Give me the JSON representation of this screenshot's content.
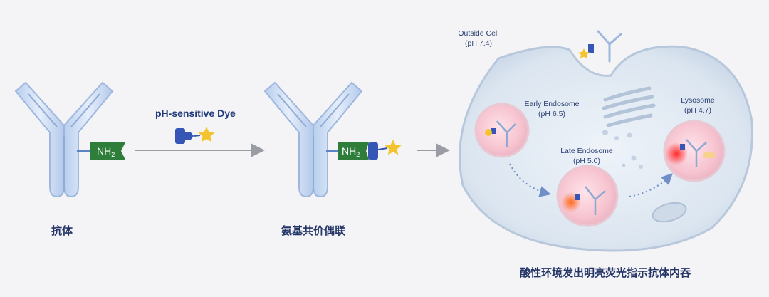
{
  "step1": {
    "caption": "抗体",
    "amine_label": "NH",
    "amine_sub": "2"
  },
  "step2": {
    "reagent_label": "pH-sensitive Dye"
  },
  "step3": {
    "caption": "氨基共价偶联",
    "amine_label": "NH",
    "amine_sub": "2"
  },
  "cell": {
    "outside_label_line1": "Outside Cell",
    "outside_label_line2": "(pH 7.4)",
    "early_line1": "Early Endosome",
    "early_line2": "(pH 6.5)",
    "late_line1": "Late Endosome",
    "late_line2": "(pH 5.0)",
    "lyso_line1": "Lysosome",
    "lyso_line2": "(pH 4.7)",
    "caption": "酸性环境发出明亮荧光指示抗体内吞"
  },
  "colors": {
    "antibody": "#c9dbf2",
    "antibody_edge": "#9db7de",
    "amine_green": "#2f7d3a",
    "linker_blue": "#3556b5",
    "star_yellow": "#f4c430",
    "arrow_gray": "#9a9ca3",
    "cell_fill": "#dfe7f1"
  }
}
